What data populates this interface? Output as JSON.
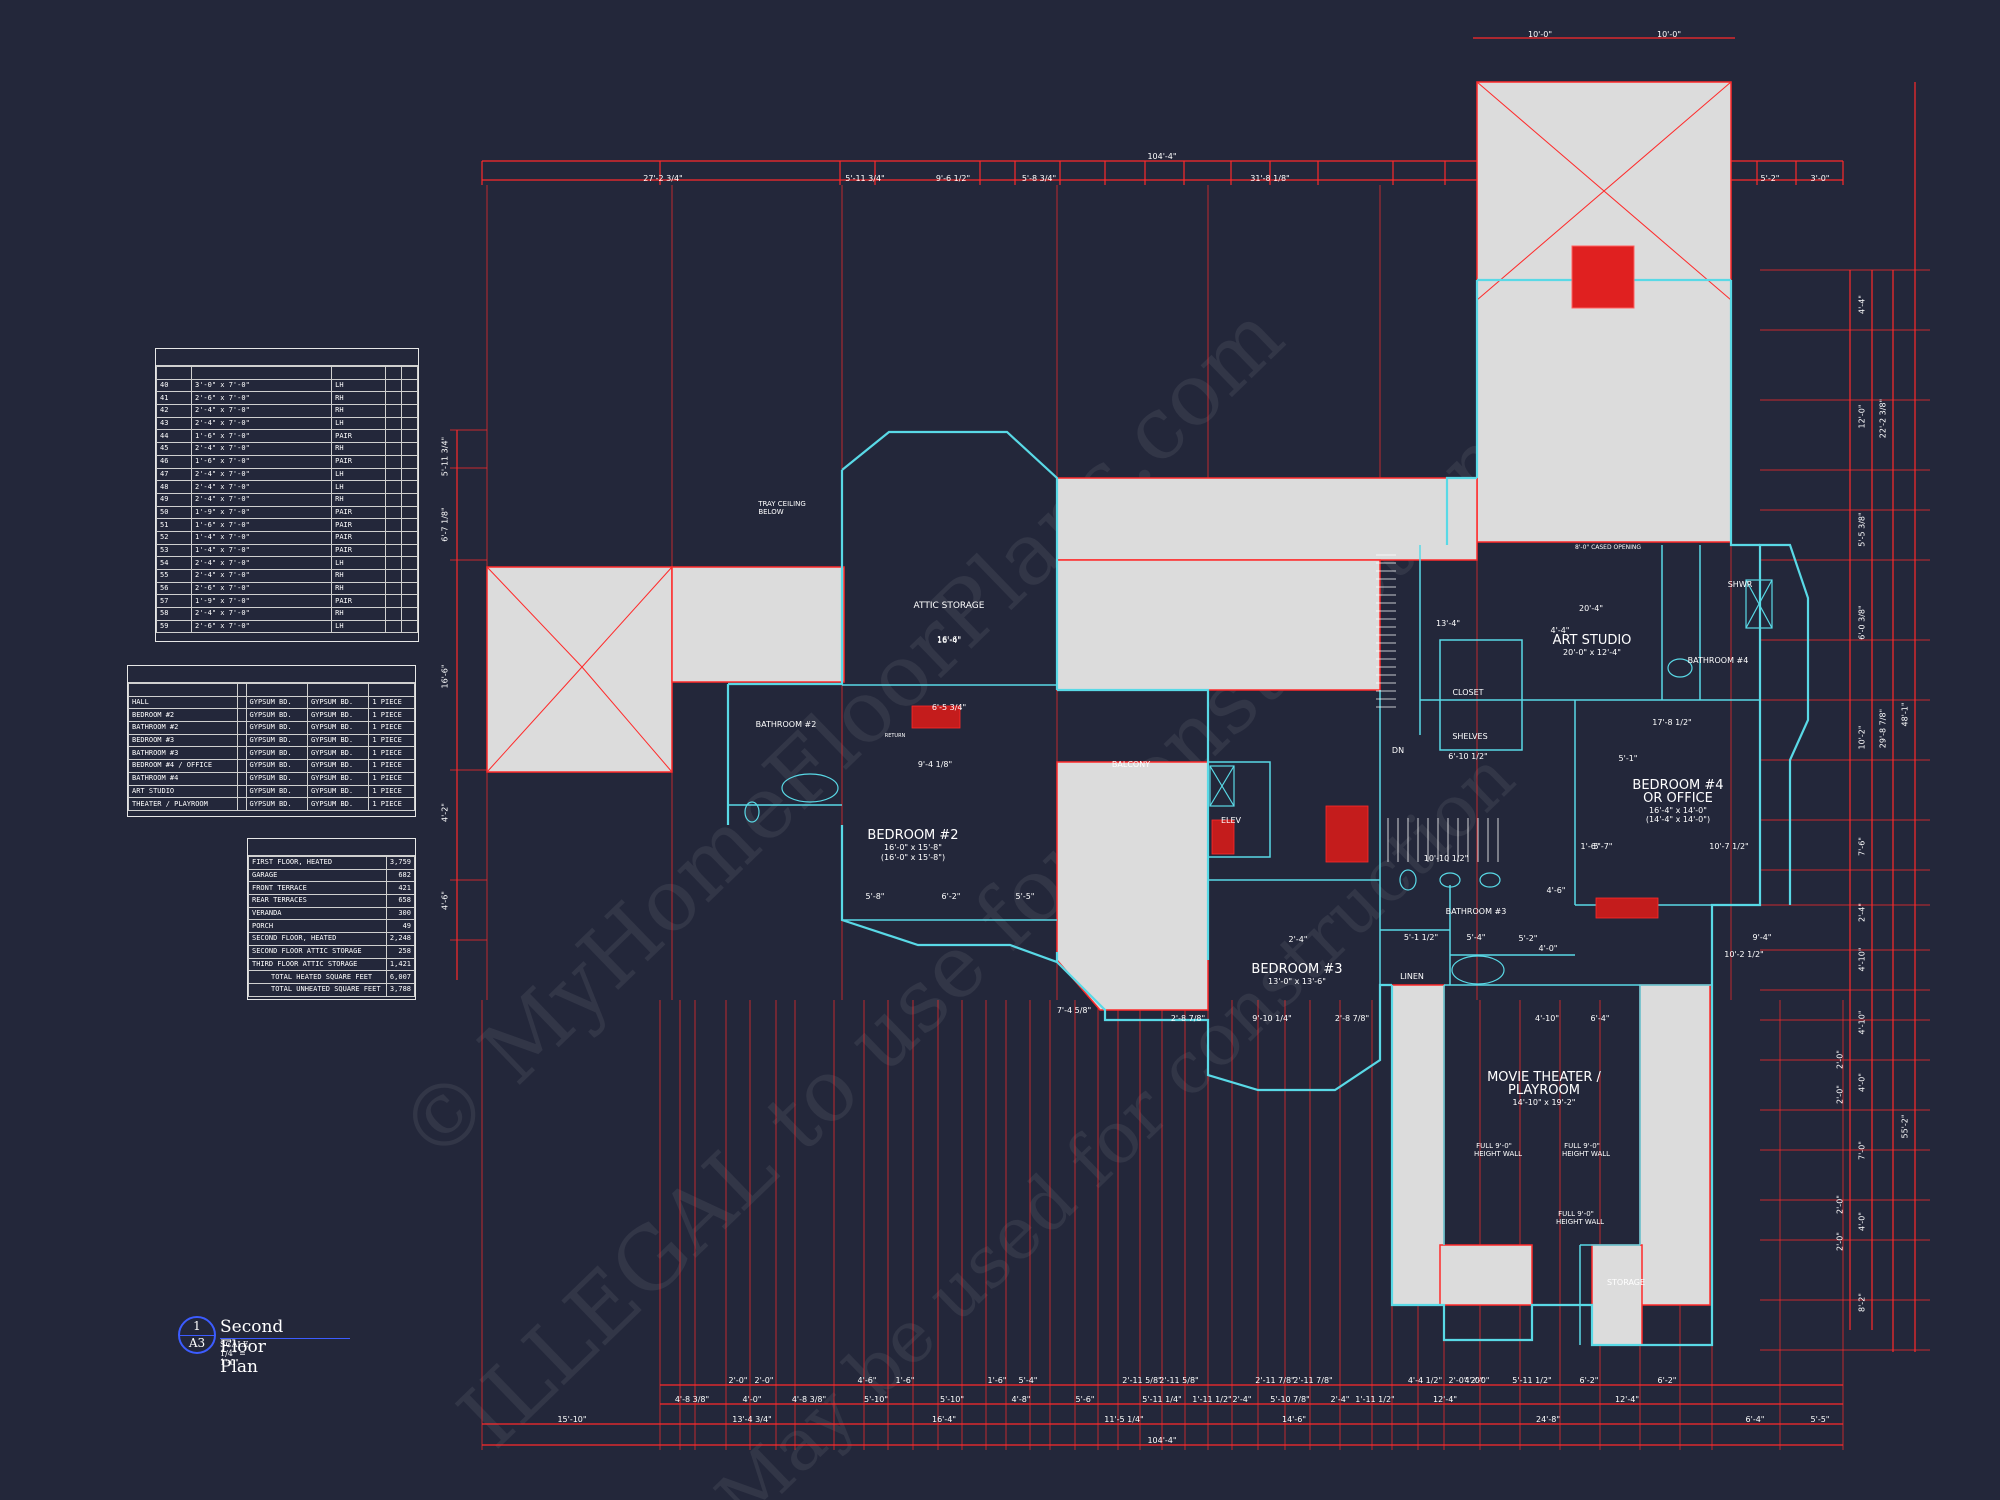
{
  "door_schedule": {
    "title": "",
    "headers": [
      "",
      "",
      "",
      "",
      ""
    ],
    "rows": [
      [
        "40",
        "3'-0\" x 7'-0\"",
        "LH",
        "",
        ""
      ],
      [
        "41",
        "2'-6\" x 7'-0\"",
        "RH",
        "",
        ""
      ],
      [
        "42",
        "2'-4\" x 7'-0\"",
        "RH",
        "",
        ""
      ],
      [
        "43",
        "2'-4\" x 7'-0\"",
        "LH",
        "",
        ""
      ],
      [
        "44",
        "1'-6\" x 7'-0\"",
        "PAIR",
        "",
        ""
      ],
      [
        "45",
        "2'-4\" x 7'-0\"",
        "RH",
        "",
        ""
      ],
      [
        "46",
        "1'-6\" x 7'-0\"",
        "PAIR",
        "",
        ""
      ],
      [
        "47",
        "2'-4\" x 7'-0\"",
        "LH",
        "",
        ""
      ],
      [
        "48",
        "2'-4\" x 7'-0\"",
        "LH",
        "",
        ""
      ],
      [
        "49",
        "2'-4\" x 7'-0\"",
        "RH",
        "",
        ""
      ],
      [
        "50",
        "1'-9\" x 7'-0\"",
        "PAIR",
        "",
        ""
      ],
      [
        "51",
        "1'-6\" x 7'-0\"",
        "PAIR",
        "",
        ""
      ],
      [
        "52",
        "1'-4\" x 7'-0\"",
        "PAIR",
        "",
        ""
      ],
      [
        "53",
        "1'-4\" x 7'-0\"",
        "PAIR",
        "",
        ""
      ],
      [
        "54",
        "2'-4\" x 7'-0\"",
        "LH",
        "",
        ""
      ],
      [
        "55",
        "2'-4\" x 7'-0\"",
        "RH",
        "",
        ""
      ],
      [
        "56",
        "2'-6\" x 7'-0\"",
        "RH",
        "",
        ""
      ],
      [
        "57",
        "1'-9\" x 7'-0\"",
        "PAIR",
        "",
        ""
      ],
      [
        "58",
        "2'-4\" x 7'-0\"",
        "RH",
        "",
        ""
      ],
      [
        "59",
        "2'-6\" x 7'-0\"",
        "LH",
        "",
        ""
      ]
    ]
  },
  "finish_schedule": {
    "title": "",
    "headers": [
      "",
      "",
      "",
      "",
      ""
    ],
    "rows": [
      [
        "HALL",
        "",
        "GYPSUM BD.",
        "GYPSUM BD.",
        "1 PIECE"
      ],
      [
        "BEDROOM #2",
        "",
        "GYPSUM BD.",
        "GYPSUM BD.",
        "1 PIECE"
      ],
      [
        "BATHROOM #2",
        "",
        "GYPSUM BD.",
        "GYPSUM BD.",
        "1 PIECE"
      ],
      [
        "BEDROOM #3",
        "",
        "GYPSUM BD.",
        "GYPSUM BD.",
        "1 PIECE"
      ],
      [
        "BATHROOM #3",
        "",
        "GYPSUM BD.",
        "GYPSUM BD.",
        "1 PIECE"
      ],
      [
        "BEDROOM #4 / OFFICE",
        "",
        "GYPSUM BD.",
        "GYPSUM BD.",
        "1 PIECE"
      ],
      [
        "BATHROOM #4",
        "",
        "GYPSUM BD.",
        "GYPSUM BD.",
        "1 PIECE"
      ],
      [
        "ART STUDIO",
        "",
        "GYPSUM BD.",
        "GYPSUM BD.",
        "1 PIECE"
      ],
      [
        "THEATER / PLAYROOM",
        "",
        "GYPSUM BD.",
        "GYPSUM BD.",
        "1 PIECE"
      ]
    ]
  },
  "area_schedule": {
    "title": "",
    "rows": [
      [
        "FIRST FLOOR, HEATED",
        "3,759"
      ],
      [
        "GARAGE",
        "682"
      ],
      [
        "FRONT TERRACE",
        "421"
      ],
      [
        "REAR TERRACES",
        "658"
      ],
      [
        "VERANDA",
        "300"
      ],
      [
        "PORCH",
        "49"
      ],
      [
        "SECOND FLOOR, HEATED",
        "2,248"
      ],
      [
        "SECOND FLOOR ATTIC STORAGE",
        "258"
      ],
      [
        "THIRD FLOOR ATTIC STORAGE",
        "1,421"
      ],
      [
        "TOTAL HEATED SQUARE FEET",
        "6,007"
      ],
      [
        "TOTAL UNHEATED SQUARE FEET",
        "3,788"
      ]
    ]
  },
  "title_block": {
    "detail_number": "1",
    "sheet": "A3",
    "title": "Second Floor Plan",
    "scale": "SCALE: 1/4\" = 1'-0\""
  },
  "watermark": {
    "line1": "© MyHomeFloorPlans.com",
    "line2": "ILLEGAL to use for construction",
    "line3": "May be used for construction"
  },
  "rooms": {
    "attic_storage": {
      "name": "ATTIC STORAGE",
      "dim": "16'-6\""
    },
    "bedroom2": {
      "name": "BEDROOM #2",
      "dim1": "16'-0\" x 15'-8\"",
      "dim2": "(16'-0\" x 15'-8\")"
    },
    "bathroom2": {
      "name": "BATHROOM #2"
    },
    "bedroom3": {
      "name": "BEDROOM #3",
      "dim1": "13'-0\" x 13'-6\""
    },
    "bathroom3": {
      "name": "BATHROOM #3"
    },
    "art_studio": {
      "name": "ART STUDIO",
      "dim1": "20'-0\" x 12'-4\""
    },
    "bathroom4": {
      "name": "BATHROOM #4"
    },
    "bedroom4": {
      "name1": "BEDROOM #4",
      "name2": "OR OFFICE",
      "dim1": "16'-4\" x 14'-0\"",
      "dim2": "(14'-4\" x 14'-0\")"
    },
    "theater": {
      "name1": "MOVIE THEATER /",
      "name2": "PLAYROOM",
      "dim1": "14'-10\" x 19'-2\""
    },
    "closet": {
      "name": "CLOSET"
    },
    "shelves": {
      "name": "SHELVES"
    },
    "elev": {
      "name": "ELEV"
    },
    "linen": {
      "name": "LINEN"
    },
    "balcony": {
      "name": "BALCONY"
    },
    "storage": {
      "name": "STORAGE"
    },
    "shwr": {
      "name": "SHWR"
    },
    "dn": {
      "name": "DN"
    }
  },
  "notes": {
    "tray_ceiling": [
      "TRAY CEILING",
      "BELOW"
    ],
    "height_wall_1": [
      "FULL 9'-0\"",
      "HEIGHT WALL"
    ],
    "height_wall_2": [
      "FULL 9'-0\"",
      "HEIGHT WALL"
    ],
    "height_wall_3": [
      "FULL 9'-0\"",
      "HEIGHT WALL"
    ],
    "cased_opening": "8'-0\" CASED OPENING",
    "return": "RETURN"
  },
  "dimensions": {
    "top_overall": "104'-4\"",
    "top_segments": [
      "27'-2 3/4\"",
      "5'-11 3/4\"",
      "9'-6 1/2\"",
      "5'-8 3/4\"",
      "31'-8 1/8\"",
      "5'-2\"",
      "3'-0\""
    ],
    "top_tower": [
      "10'-0\"",
      "10'-0\""
    ],
    "bottom_overall": "104'-4\"",
    "bottom_row1": [
      "15'-10\"",
      "13'-4 3/4\"",
      "16'-4\"",
      "11'-5 1/4\"",
      "14'-6\"",
      "24'-8\"",
      "6'-4\"",
      "5'-5\""
    ],
    "bottom_row2": [
      "4'-8 3/8\"",
      "4'-0\"",
      "4'-8 3/8\"",
      "5'-10\"",
      "5'-10\"",
      "4'-8\"",
      "5'-6\"",
      "5'-11 1/4\"",
      "1'-11 1/2\"",
      "2'-4\"",
      "5'-10 7/8\"",
      "2'-4\"",
      "1'-11 1/2\"",
      "12'-4\"",
      "12'-4\""
    ],
    "bottom_row3": [
      "2'-0\"",
      "2'-0\"",
      "4'-6\"",
      "1'-6\"",
      "1'-6\"",
      "5'-4\"",
      "2'-11 5/8\"",
      "2'-11 5/8\"",
      "2'-11 7/8\"",
      "2'-11 7/8\"",
      "4'-4 1/2\"",
      "4'-0\"",
      "5'-11 1/2\"",
      "6'-2\"",
      "6'-2\"",
      "2'-0\"",
      "2'-0\""
    ],
    "left": [
      "5'-11 3/4\"",
      "6'-7 1/8\"",
      "16'-6\"",
      "4'-2\"",
      "4'-6\""
    ],
    "right_outer": [
      "48'-1\"",
      "55'-2\""
    ],
    "right_mid": [
      "22'-2 3/8\"",
      "29'-8 7/8\""
    ],
    "right_inner": [
      "4'-4\"",
      "12'-0\"",
      "5'-5 3/8\"",
      "6'-0 3/8\"",
      "10'-2\"",
      "7'-6\"",
      "2'-4\"",
      "4'-10\"",
      "4'-10\"",
      "4'-0\"",
      "7'-0\"",
      "4'-0\"",
      "8'-2\""
    ],
    "right_small": [
      "2'-0\"",
      "2'-0\"",
      "2'-0\"",
      "2'-0\""
    ],
    "interior": [
      "16'-4\"",
      "20'-4\"",
      "13'-4\"",
      "17'-8 1/2\"",
      "10'-7 1/2\"",
      "5'-7\"",
      "6'-5 3/4\"",
      "9'-4 1/8\"",
      "5'-8\"",
      "6'-2\"",
      "5'-5\"",
      "9'-10 1/4\"",
      "2'-8 7/8\"",
      "2'-8 7/8\"",
      "4'-10\"",
      "6'-4\"",
      "10'-10 1/2\"",
      "6'-10 1/2\"",
      "10'-2 1/2\"",
      "5'-2\"",
      "9'-4\"",
      "7'-4 5/8\"",
      "1'-6\"",
      "5'-1\"",
      "2'-4\"",
      "4'-0\"",
      "4'-4\"",
      "5'-1 1/2\"",
      "5'-4\"",
      "4'-6\""
    ]
  },
  "colors": {
    "background": "#23273a",
    "dimension_lines": "#ff2a2a",
    "walls": "#59d9e6",
    "roof_fill": "#dcdcdc",
    "text": "#ffffff",
    "schedule_accent": "#cc66ff",
    "title_circle": "#3c5cff"
  }
}
